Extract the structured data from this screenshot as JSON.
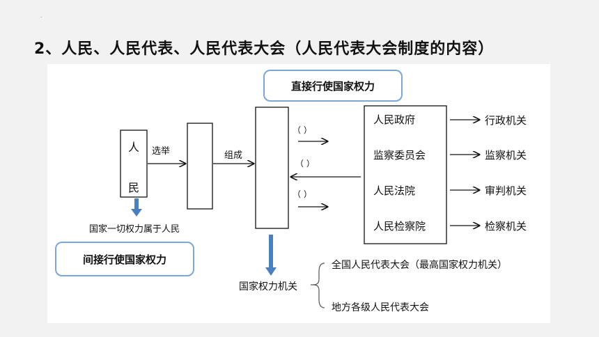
{
  "slide": {
    "title": "2、人民、人民代表、人民代表大会（人民代表大会制度的内容）",
    "dot": "."
  },
  "diagram": {
    "direct_label": "直接行使国家权力",
    "indirect_label": "间接行使国家权力",
    "people_char1": "人",
    "people_char2": "民",
    "elect_label": "选举",
    "compose_label": "组成",
    "belong_label": "国家一切权力属于人民",
    "paren1": "（      ）",
    "paren2": "（      ）",
    "paren3": "（      ）",
    "organs": [
      "人民政府",
      "监察委员会",
      "人民法院",
      "人民检察院"
    ],
    "organ_types": [
      "行政机关",
      "监察机关",
      "审判机关",
      "检察机关"
    ],
    "power_organ_label": "国家权力机关",
    "npc_national": "全国人民代表大会（最高国家权力机关）",
    "npc_local": "地方各级人民代表大会"
  }
}
